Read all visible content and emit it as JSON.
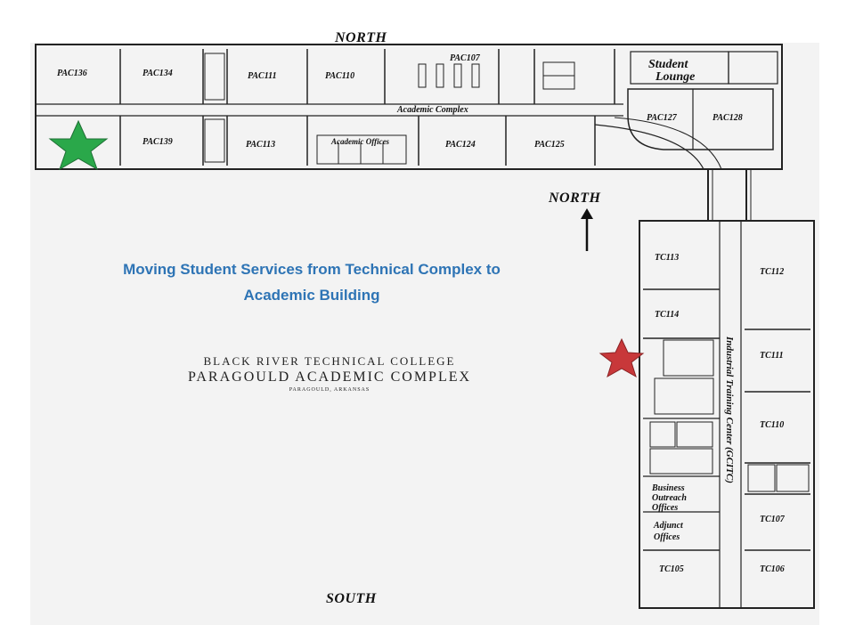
{
  "north_top": "NORTH",
  "north_arrow_label": "NORTH",
  "south": "SOUTH",
  "caption_line1": "Moving Student Services from Technical Complex to",
  "caption_line2": "Academic Building",
  "college_line1": "BLACK RIVER TECHNICAL COLLEGE",
  "college_line2": "PARAGOULD ACADEMIC COMPLEX",
  "college_line3": "PARAGOULD, ARKANSAS",
  "academic_complex_label": "Academic Complex",
  "academic_offices_label": "Academic Offices",
  "student_lounge_line1": "Student",
  "student_lounge_line2": "Lounge",
  "industrial_center_label": "Industrial Training Center (GCITC)",
  "business_outreach_line1": "Business",
  "business_outreach_line2": "Outreach",
  "business_outreach_line3": "Offices",
  "adjunct_line1": "Adjunct",
  "adjunct_line2": "Offices",
  "rooms": {
    "pac136": "PAC136",
    "pac134": "PAC134",
    "pac111": "PAC111",
    "pac110": "PAC110",
    "pac107": "PAC107",
    "pac139": "PAC139",
    "pac113": "PAC113",
    "pac124": "PAC124",
    "pac125": "PAC125",
    "pac127": "PAC127",
    "pac128": "PAC128",
    "tc113": "TC113",
    "tc112": "TC112",
    "tc114": "TC114",
    "tc111": "TC111",
    "tc110": "TC110",
    "tc107": "TC107",
    "tc105": "TC105",
    "tc106": "TC106"
  },
  "colors": {
    "caption": "#2e74b5",
    "green_star": "#2aa84a",
    "red_star": "#c8383a",
    "plan_line": "#222222"
  }
}
